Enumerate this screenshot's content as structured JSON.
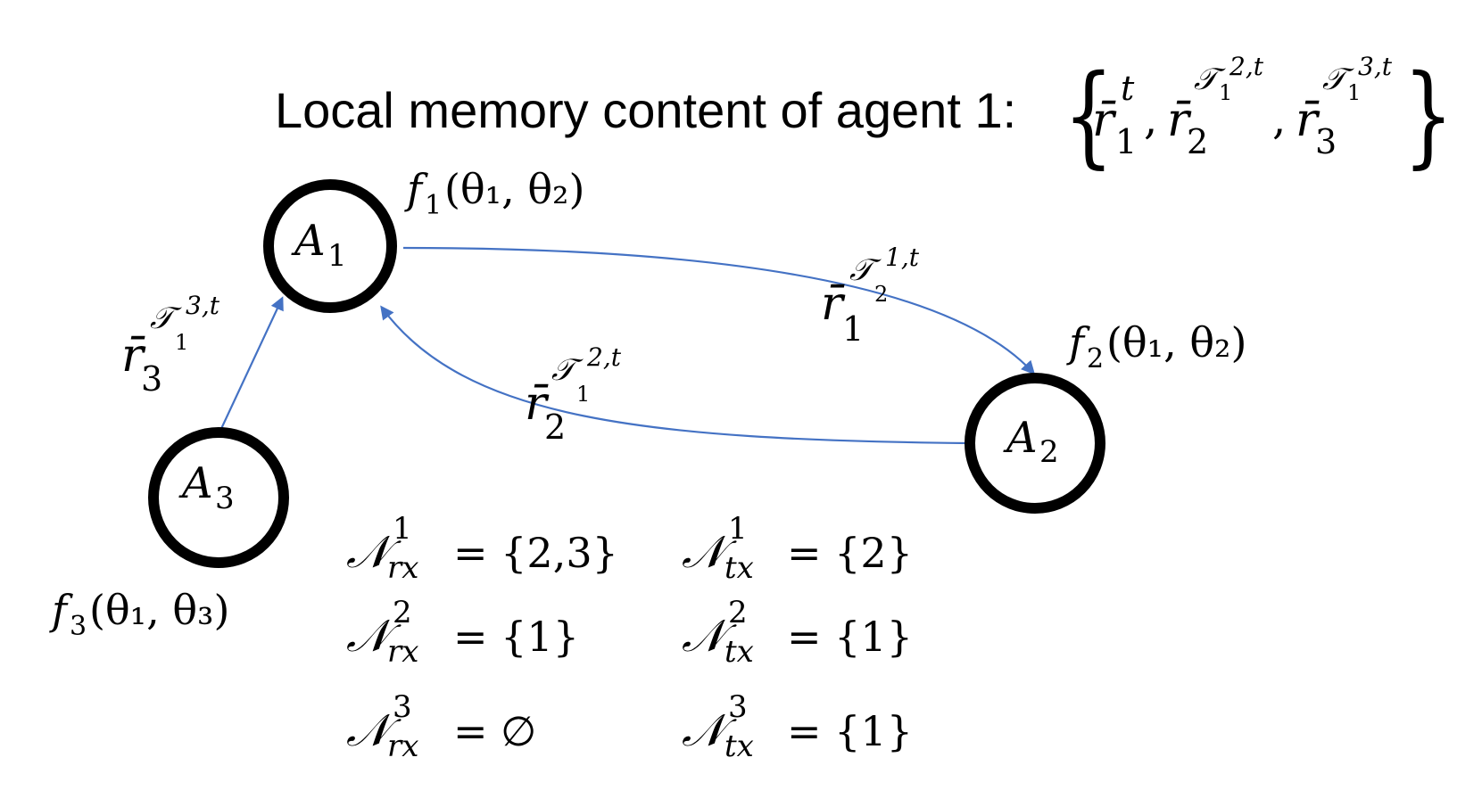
{
  "memory": {
    "label": "Local memory content of agent 1:",
    "brace_open": "{",
    "brace_close": "}",
    "items": [
      {
        "base": "r̄",
        "sub": "1",
        "sup": "t"
      },
      {
        "base": "r̄",
        "sub": "2",
        "sup_script": "𝒯",
        "sup_sub": "1",
        "sup_sup": "2,t"
      },
      {
        "base": "r̄",
        "sub": "3",
        "sup_script": "𝒯",
        "sup_sub": "1",
        "sup_sup": "3,t"
      }
    ],
    "separator": ","
  },
  "agents": [
    {
      "id": "A1",
      "letter": "A",
      "sub": "1",
      "func": "f",
      "func_sub": "1",
      "args": "(θ₁, θ₂)"
    },
    {
      "id": "A2",
      "letter": "A",
      "sub": "2",
      "func": "f",
      "func_sub": "2",
      "args": "(θ₁, θ₂)"
    },
    {
      "id": "A3",
      "letter": "A",
      "sub": "3",
      "func": "f",
      "func_sub": "3",
      "args": "(θ₁, θ₃)"
    }
  ],
  "edges": [
    {
      "from": "A3",
      "to": "A1",
      "label": {
        "base": "r̄",
        "sub": "3",
        "sup_script": "𝒯",
        "sup_sub": "1",
        "sup_sup": "3,t"
      }
    },
    {
      "from": "A1",
      "to": "A2",
      "label": {
        "base": "r̄",
        "sub": "1",
        "sup_script": "𝒯",
        "sup_sub": "2",
        "sup_sup": "1,t"
      }
    },
    {
      "from": "A2",
      "to": "A1",
      "label": {
        "base": "r̄",
        "sub": "2",
        "sup_script": "𝒯",
        "sup_sub": "1",
        "sup_sup": "2,t"
      }
    }
  ],
  "neighbor_sets": {
    "symbol": "𝒩",
    "rx": [
      {
        "sub": "rx",
        "sup": "1",
        "value": "= {2,3}"
      },
      {
        "sub": "rx",
        "sup": "2",
        "value": "= {1}"
      },
      {
        "sub": "rx",
        "sup": "3",
        "value": "= ∅"
      }
    ],
    "tx": [
      {
        "sub": "tx",
        "sup": "1",
        "value": "= {2}"
      },
      {
        "sub": "tx",
        "sup": "2",
        "value": "= {1}"
      },
      {
        "sub": "tx",
        "sup": "3",
        "value": "= {1}"
      }
    ]
  },
  "colors": {
    "edge": "#4472C4",
    "node_stroke": "#000000"
  }
}
